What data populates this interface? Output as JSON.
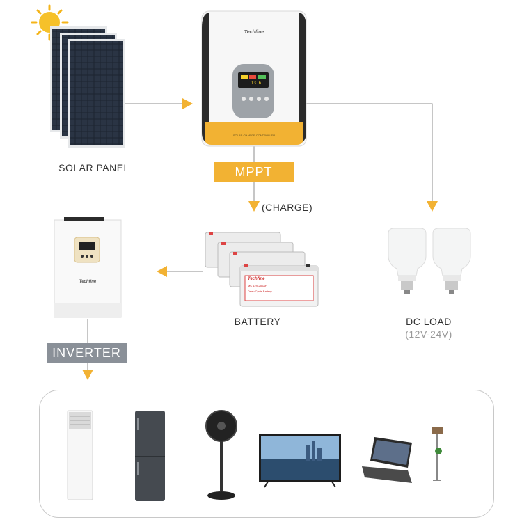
{
  "components": {
    "solar_panel": {
      "label": "SOLAR PANEL"
    },
    "controller": {
      "brand": "Techfine",
      "strip_text": "SOLAR CHARGE CONTROLLER",
      "display_value": "13.6"
    },
    "mppt_tag": {
      "label": "MPPT"
    },
    "charge_note": {
      "label": "(CHARGE)"
    },
    "battery": {
      "label": "BATTERY",
      "brand": "Techfine",
      "model": "MC 12V-250AH",
      "type": "Deep Cycle Battery"
    },
    "dc_load": {
      "label": "DC LOAD",
      "voltage": "(12V-24V)"
    },
    "inverter_unit": {
      "brand": "Techfine"
    },
    "inverter_tag": {
      "label": "INVERTER"
    }
  },
  "appliances": [
    "air-conditioner",
    "refrigerator",
    "stand-fan",
    "television",
    "laptop",
    "floor-lamp"
  ],
  "colors": {
    "accent": "#F2B233",
    "tag_grey": "#8A9098",
    "arrow_line": "#8C8C8C",
    "panel_cell": "#1c2430"
  }
}
